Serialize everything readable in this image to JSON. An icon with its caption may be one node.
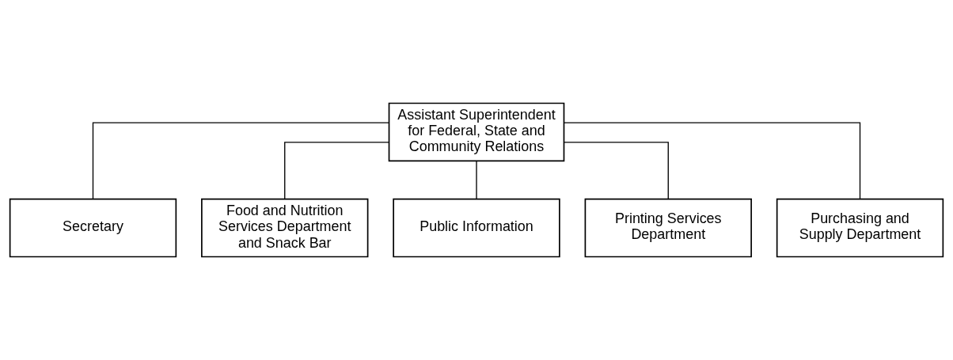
{
  "diagram": {
    "nodes": [
      {
        "text": [
          "Assistant Superintendent for Federal, State and Community Relations"
        ]
      },
      {
        "text": [
          "Secretary"
        ]
      },
      {
        "text": [
          "Food and Nutrition Services Department and Snack Bar"
        ]
      },
      {
        "text": [
          "Public Information"
        ]
      },
      {
        "text": [
          "Printing Services Department"
        ]
      },
      {
        "text": [
          "Purchasing and Supply Department"
        ]
      }
    ],
    "edges": [
      {
        "from": 0,
        "to": 1,
        "arrow": "none"
      },
      {
        "from": 0,
        "to": 2,
        "arrow": "none"
      },
      {
        "from": 0,
        "to": 3,
        "arrow": "none"
      },
      {
        "from": 0,
        "to": 4,
        "arrow": "none"
      },
      {
        "from": 0,
        "to": 5,
        "arrow": "none"
      }
    ]
  }
}
